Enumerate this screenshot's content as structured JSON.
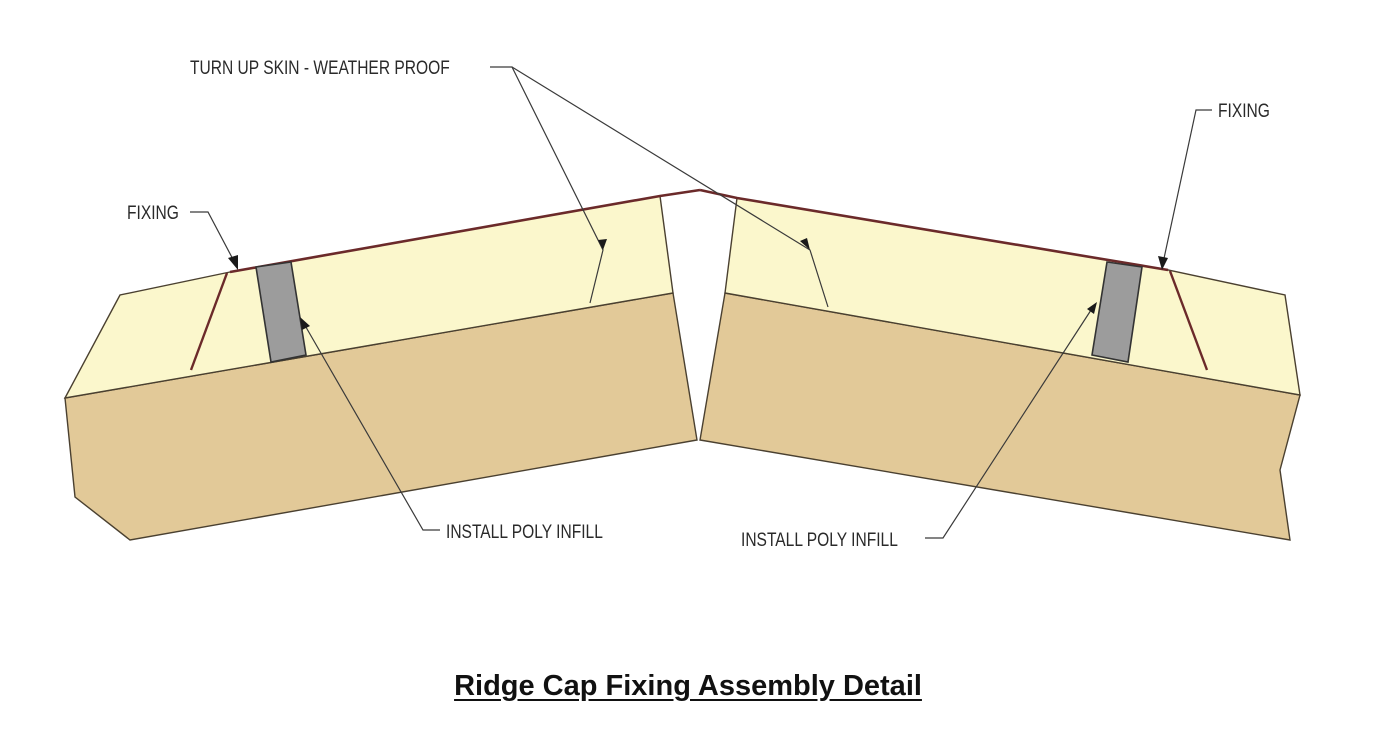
{
  "labels": {
    "turn_up_skin": "TURN UP SKIN - WEATHER PROOF",
    "fixing_left": "FIXING",
    "fixing_right": "FIXING",
    "install_poly_infill_left": "INSTALL POLY INFILL",
    "install_poly_infill_right": "INSTALL POLY INFILL"
  },
  "title": "Ridge Cap Fixing Assembly Detail",
  "colors": {
    "foam_core": "#fbf7cc",
    "substrate_board": "#e2c998",
    "weather_skin": "#6b2a2a",
    "poly_infill": "#9c9c9c"
  }
}
